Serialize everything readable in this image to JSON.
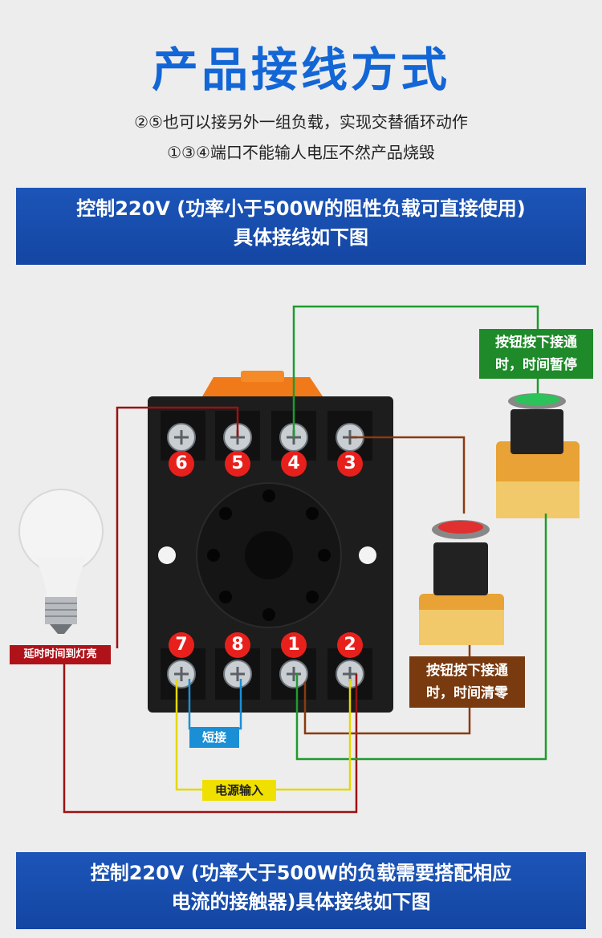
{
  "title": "产品接线方式",
  "notes": [
    "②⑤也可以接另外一组负载，实现交替循环动作",
    "①③④端口不能输人电压不然产品烧毁"
  ],
  "banner_top": {
    "line1": "控制220V (功率小于500W的阻性负载可直接使用)",
    "line2": "具体接线如下图"
  },
  "banner_bottom": {
    "line1": "控制220V (功率大于500W的负载需要搭配相应",
    "line2": "电流的接触器)具体接线如下图"
  },
  "terminals_top": [
    "6",
    "5",
    "4",
    "3"
  ],
  "terminals_bottom": [
    "7",
    "8",
    "1",
    "2"
  ],
  "labels": {
    "pause_btn": {
      "line1": "按钮按下接通",
      "line2": "时，时间暂停"
    },
    "reset_btn": {
      "line1": "按钮按下接通",
      "line2": "时，时间清零"
    },
    "lamp": "延时时间到灯亮",
    "short": "短接",
    "power": "电源输入"
  },
  "colors": {
    "accent": "#1366d6",
    "banner": "#1a4fb0",
    "green_label": "#1e8a2a",
    "brown_label": "#7a3a10",
    "red_label": "#b0121a",
    "blue_label": "#1a8fd6",
    "yellow_label": "#f0e000",
    "terminal_badge": "#e8201c"
  },
  "icons": [
    "light-bulb-icon",
    "green-push-button-icon",
    "red-push-button-icon",
    "relay-socket-icon"
  ]
}
